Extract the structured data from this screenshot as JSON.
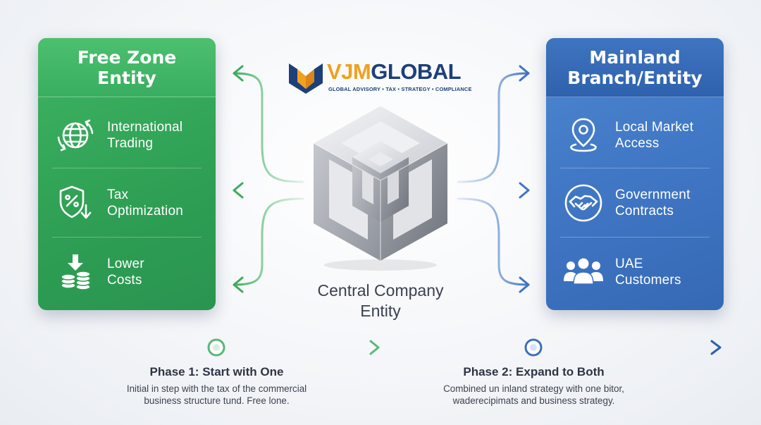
{
  "brand": {
    "name_part1": "VJM",
    "name_part2": "GLOBAL",
    "tagline": "GLOBAL ADVISORY • TAX • STRATEGY • COMPLIANCE"
  },
  "left_card": {
    "title": "Free Zone\nEntity",
    "items": [
      {
        "label": "International\nTrading",
        "icon": "globe-arrows-icon"
      },
      {
        "label": "Tax\nOptimization",
        "icon": "tax-shield-icon"
      },
      {
        "label": "Lower\nCosts",
        "icon": "coin-stack-icon"
      }
    ]
  },
  "right_card": {
    "title": "Mainland\nBranch/Entity",
    "items": [
      {
        "label": "Local Market\nAccess",
        "icon": "location-pin-icon"
      },
      {
        "label": "Government\nContracts",
        "icon": "handshake-icon"
      },
      {
        "label": "UAE\nCustomers",
        "icon": "people-group-icon"
      }
    ]
  },
  "center": {
    "label": "Central Company\nEntity",
    "icon": "impossible-cube-icon"
  },
  "phases": [
    {
      "title": "Phase 1: Start with One",
      "description": "Initial in step with the tax of the commercial\nbusiness structure tund. Free lone."
    },
    {
      "title": "Phase 2: Expand to Both",
      "description": "Combined un inland strategy with one bitor,\nwaderecipimats and business strategy."
    }
  ],
  "colors": {
    "green": "#2e9f54",
    "blue": "#3e74c2",
    "logo_orange": "#f0a21c",
    "logo_navy": "#1d3f7a"
  }
}
